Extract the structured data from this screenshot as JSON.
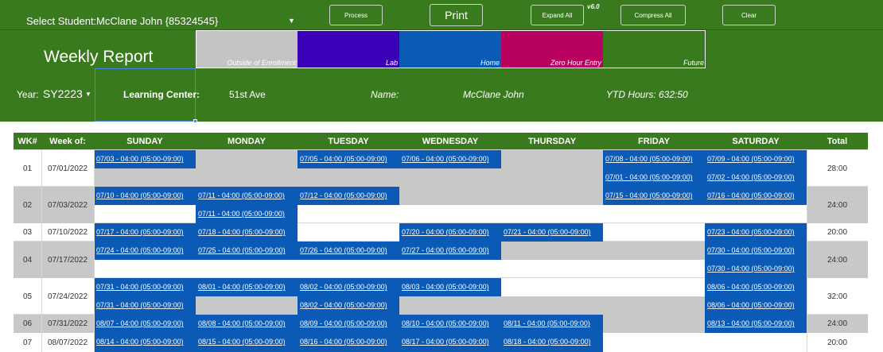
{
  "toolbar": {
    "select_label": "Select Student:",
    "student_value": "McClane John {85324545}",
    "process_label": "Process",
    "print_label": "Print",
    "expand_label": "Expand All",
    "compress_label": "Compress All",
    "clear_label": "Clear",
    "version": "v6.0"
  },
  "header": {
    "title": "Weekly Report",
    "legend": [
      {
        "label": "Outside of Enrollment",
        "color": "#c4c4c4"
      },
      {
        "label": "Lab",
        "color": "#3900b8"
      },
      {
        "label": "Home",
        "color": "#0b5ab6"
      },
      {
        "label": "Zero Hour Entry",
        "color": "#b8005e"
      },
      {
        "label": "Future",
        "color": "#3a7a1e"
      }
    ],
    "year_label": "Year:",
    "year_value": "SY2223",
    "center_label": "Learning Center:",
    "center_value": "51st Ave",
    "name_label": "Name:",
    "name_value": "McClane  John",
    "ytd": "YTD Hours: 632:50"
  },
  "grid": {
    "columns": [
      "WK#",
      "Week of:",
      "SUNDAY",
      "MONDAY",
      "TUESDAY",
      "WEDNESDAY",
      "THURSDAY",
      "FRIDAY",
      "SATURDAY",
      "Total"
    ],
    "weeks": [
      {
        "wk": "01",
        "week_of": "07/01/2022",
        "total": "28:00"
      },
      {
        "wk": "02",
        "week_of": "07/03/2022",
        "total": "24:00"
      },
      {
        "wk": "03",
        "week_of": "07/10/2022",
        "total": "20:00"
      },
      {
        "wk": "04",
        "week_of": "07/17/2022",
        "total": "24:00"
      },
      {
        "wk": "05",
        "week_of": "07/24/2022",
        "total": "32:00"
      },
      {
        "wk": "06",
        "week_of": "07/31/2022",
        "total": "24:00"
      },
      {
        "wk": "07",
        "week_of": "08/07/2022",
        "total": "20:00"
      }
    ],
    "entries": [
      "07/03 - 04:00 (05:00-09:00)",
      "07/05 - 04:00 (05:00-09:00)",
      "07/06 - 04:00 (05:00-09:00)",
      "07/08 - 04:00 (05:00-09:00)",
      "07/09 - 04:00 (05:00-09:00)",
      "07/01 - 04:00 (05:00-09:00)",
      "07/02 - 04:00 (05:00-09:00)",
      "07/10 - 04:00 (05:00-09:00)",
      "07/11 - 04:00 (05:00-09:00)",
      "07/12 - 04:00 (05:00-09:00)",
      "07/15 - 04:00 (05:00-09:00)",
      "07/16 - 04:00 (05:00-09:00)",
      "07/11 - 04:00 (05:00-09:00)",
      "07/17 - 04:00 (05:00-09:00)",
      "07/18 - 04:00 (05:00-09:00)",
      "07/20 - 04:00 (05:00-09:00)",
      "07/21 - 04:00 (05:00-09:00)",
      "07/23 - 04:00 (05:00-09:00)",
      "07/24 - 04:00 (05:00-09:00)",
      "07/25 - 04:00 (05:00-09:00)",
      "07/26 - 04:00 (05:00-09:00)",
      "07/27 - 04:00 (05:00-09:00)",
      "07/30 - 04:00 (05:00-09:00)",
      "07/30 - 04:00 (05:00-09:00)",
      "07/31 - 04:00 (05:00-09:00)",
      "08/01 - 04:00 (05:00-09:00)",
      "08/02 - 04:00 (05:00-09:00)",
      "08/03 - 04:00 (05:00-09:00)",
      "08/06 - 04:00 (05:00-09:00)",
      "07/31 - 04:00 (05:00-09:00)",
      "08/02 - 04:00 (05:00-09:00)",
      "08/06 - 04:00 (05:00-09:00)",
      "08/07 - 04:00 (05:00-09:00)",
      "08/08 - 04:00 (05:00-09:00)",
      "08/09 - 04:00 (05:00-09:00)",
      "08/10 - 04:00 (05:00-09:00)",
      "08/11 - 04:00 (05:00-09:00)",
      "08/13 - 04:00 (05:00-09:00)",
      "08/14 - 04:00 (05:00-09:00)",
      "08/15 - 04:00 (05:00-09:00)",
      "08/16 - 04:00 (05:00-09:00)",
      "08/17 - 04:00 (05:00-09:00)",
      "08/18 - 04:00 (05:00-09:00)"
    ]
  }
}
